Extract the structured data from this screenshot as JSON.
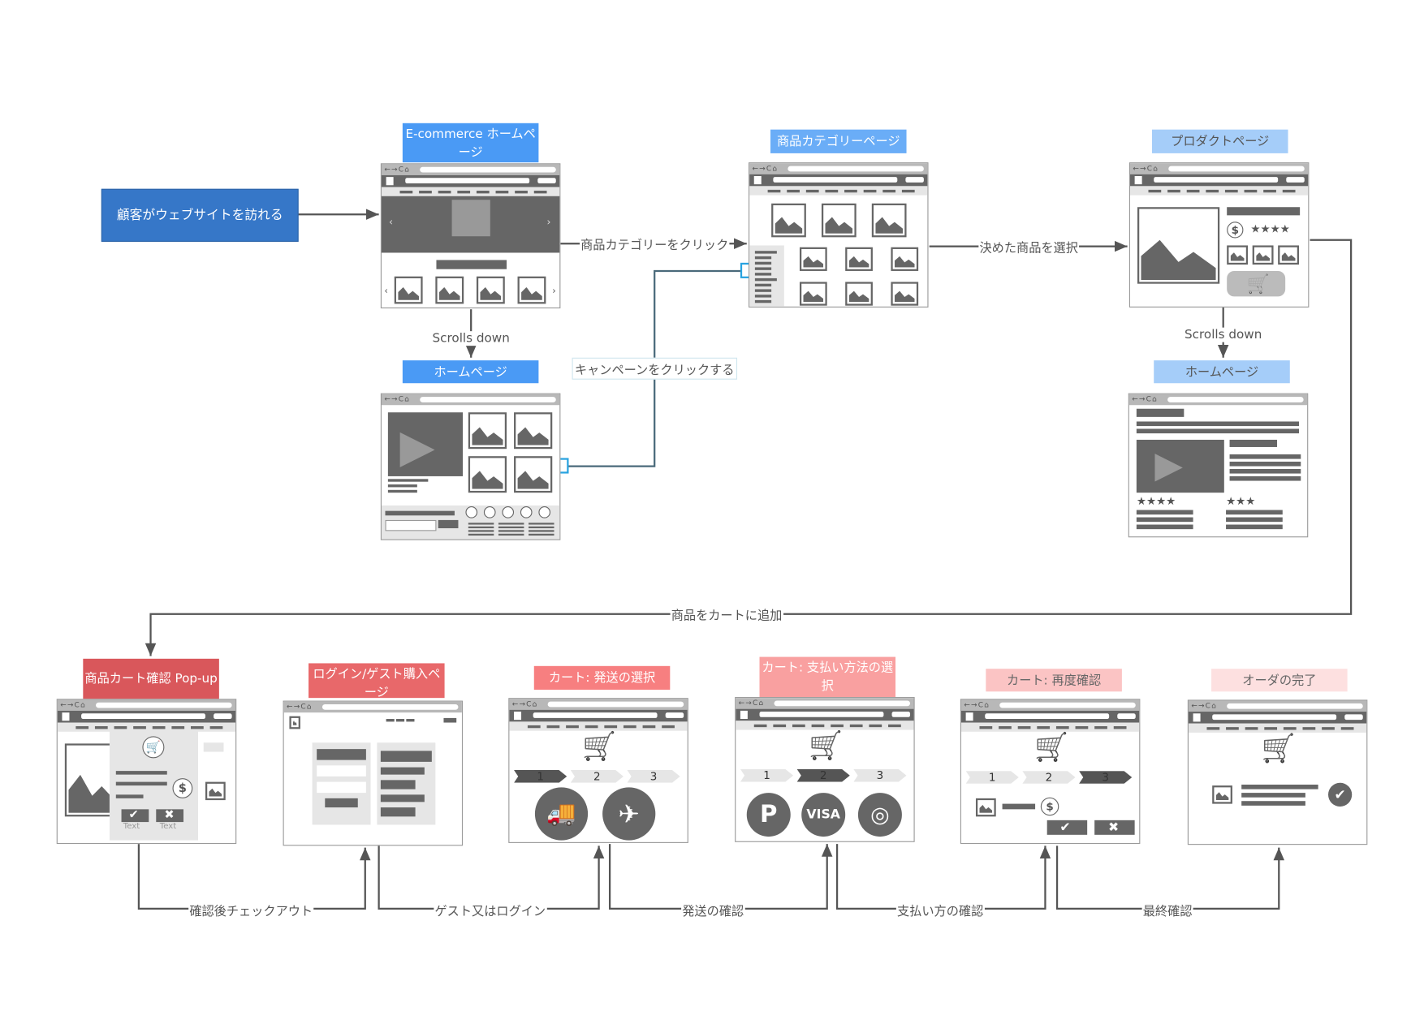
{
  "start_node": {
    "label": "顧客がウェブサイトを訪れる",
    "color": "#3677c8"
  },
  "top_pages": [
    {
      "label": "E-commerce ホームページ",
      "color": "#4a9af5",
      "text_color": "#ffffff"
    },
    {
      "label": "ホームページ",
      "color": "#4a9af5",
      "text_color": "#ffffff"
    },
    {
      "label": "商品カテゴリーページ",
      "color": "#6aadf7",
      "text_color": "#ffffff"
    },
    {
      "label": "プロダクトページ",
      "color": "#a5cdf9",
      "text_color": "#555555"
    },
    {
      "label": "ホームページ",
      "color": "#a5cdf9",
      "text_color": "#555555"
    }
  ],
  "checkout_pages": [
    {
      "label": "商品カート確認 Pop-up",
      "color": "#d9575b",
      "text_color": "#ffffff"
    },
    {
      "label": "ログイン/ゲスト購入ページ",
      "color": "#e8686a",
      "text_color": "#ffffff"
    },
    {
      "label": "カート: 発送の選択",
      "color": "#f77f80",
      "text_color": "#ffffff"
    },
    {
      "label": "カート: 支払い方法の選択",
      "color": "#f9a0a0",
      "text_color": "#ffffff"
    },
    {
      "label": "カート: 再度確認",
      "color": "#fbc4c4",
      "text_color": "#666666"
    },
    {
      "label": "オーダの完了",
      "color": "#fde0e0",
      "text_color": "#666666"
    }
  ],
  "edges": {
    "click_category": "商品カテゴリーをクリック",
    "scroll_1": "Scrolls down",
    "click_campaign": "キャンペーンをクリックする",
    "select_product": "決めた商品を選択",
    "scroll_2": "Scrolls down",
    "add_to_cart": "商品をカートに追加",
    "checkout": "確認後チェックアウト",
    "guest_login": "ゲスト又はログイン",
    "confirm_shipping": "発送の確認",
    "confirm_payment": "支払い方の確認",
    "final_confirm": "最終確認"
  },
  "wireframe_text": {
    "steps": [
      "1",
      "2",
      "3"
    ],
    "button_text": "Text",
    "visa": "VISA",
    "paypal": "P",
    "nav_glyphs": "←→C⌂"
  },
  "colors": {
    "wireframe": "#666666",
    "line": "#555555",
    "campaign_line": "#4a6a7a",
    "handle": "#29a3e0"
  }
}
